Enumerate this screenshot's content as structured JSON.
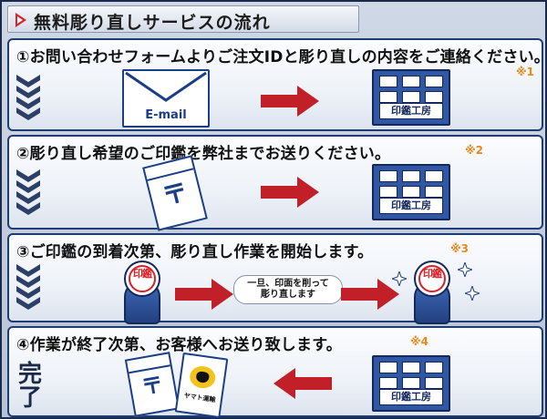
{
  "header": {
    "title": "無料彫り直しサービスの流れ"
  },
  "colors": {
    "frame": "#1b2a4a",
    "step_border": "#1f3d73",
    "arrow_red": "#c22028",
    "note_orange": "#e8891a",
    "ink_blue": "#2f57a4"
  },
  "steps": [
    {
      "label": "①お問い合わせフォームよりご注文IDと彫り直しの内容をご連絡ください。",
      "note": "※1",
      "from": {
        "icon": "email-icon",
        "text": "E-mail"
      },
      "to": {
        "icon": "ink-pad-icon",
        "text": "印鑑工房"
      }
    },
    {
      "label": "②彫り直し希望のご印鑑を弊社までお送りください。",
      "note": "※2",
      "from": {
        "icon": "postal-envelope-icon",
        "text": "〒"
      },
      "to": {
        "icon": "ink-pad-icon",
        "text": "印鑑工房"
      }
    },
    {
      "label": "③ご印鑑の到着次第、彫り直し作業を開始します。",
      "note": "※3",
      "before_stamp": {
        "icon": "old-stamp-icon",
        "text": "印鑑"
      },
      "process": {
        "line1": "一旦、印面を削って",
        "line2": "彫り直します"
      },
      "after_stamp": {
        "icon": "new-stamp-icon",
        "text": "印鑑"
      }
    },
    {
      "label": "④作業が終了次第、お客様へお送り致します。",
      "note": "※4",
      "done": [
        "完",
        "了"
      ],
      "from": {
        "icon": "ink-pad-icon",
        "text": "印鑑工房"
      },
      "to_envelope": {
        "icon": "postal-envelope-icon",
        "text": "〒"
      },
      "to_parcel": {
        "icon": "yamato-parcel-icon",
        "text": "ヤマト運輸"
      }
    }
  ]
}
